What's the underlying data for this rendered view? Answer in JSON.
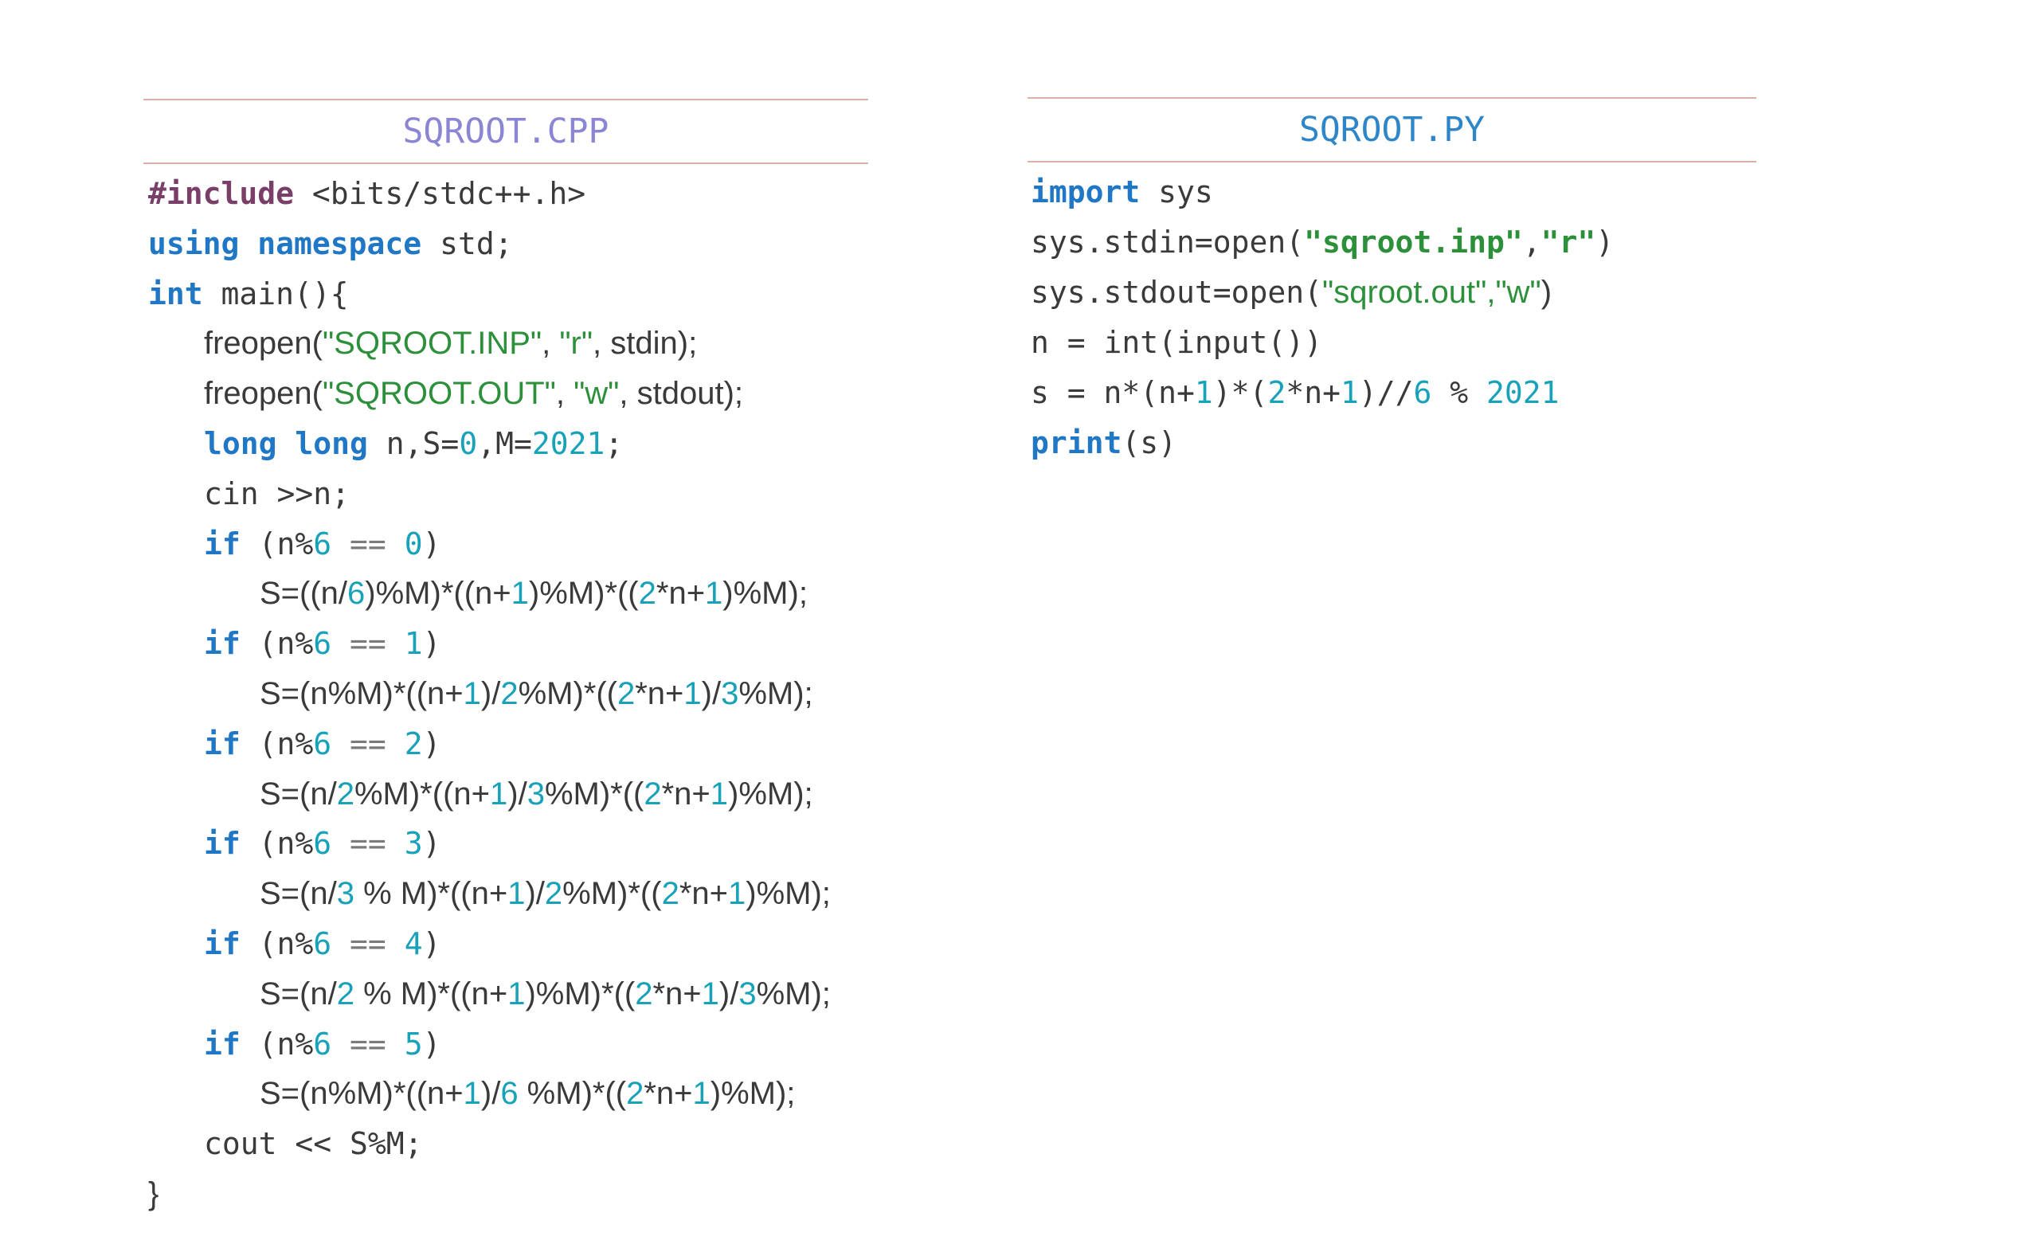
{
  "cpp": {
    "title": "SQROOT.CPP",
    "lines": [
      {
        "indent": 0,
        "tokens": [
          {
            "t": "#include",
            "c": "c-pp",
            "f": "mono"
          },
          {
            "t": " <bits/stdc++.h>",
            "c": "c-plain",
            "f": "mono"
          }
        ]
      },
      {
        "indent": 0,
        "tokens": [
          {
            "t": "using",
            "c": "c-kw",
            "f": "mono"
          },
          {
            "t": " ",
            "c": "c-plain",
            "f": "mono"
          },
          {
            "t": "namespace",
            "c": "c-kw",
            "f": "mono"
          },
          {
            "t": " std;",
            "c": "c-plain",
            "f": "mono"
          }
        ]
      },
      {
        "indent": 0,
        "tokens": [
          {
            "t": "int",
            "c": "c-kw",
            "f": "mono"
          },
          {
            "t": " main(){",
            "c": "c-plain",
            "f": "mono"
          }
        ]
      },
      {
        "indent": 1,
        "tokens": [
          {
            "t": "freopen(",
            "c": "c-plain",
            "f": "prop"
          },
          {
            "t": "\"SQROOT.INP\"",
            "c": "c-str",
            "f": "prop"
          },
          {
            "t": ", ",
            "c": "c-plain",
            "f": "prop"
          },
          {
            "t": "\"r\"",
            "c": "c-str",
            "f": "prop"
          },
          {
            "t": ", stdin);",
            "c": "c-plain",
            "f": "prop"
          }
        ]
      },
      {
        "indent": 1,
        "tokens": [
          {
            "t": "freopen(",
            "c": "c-plain",
            "f": "prop"
          },
          {
            "t": "\"SQROOT.OUT\"",
            "c": "c-str",
            "f": "prop"
          },
          {
            "t": ", ",
            "c": "c-plain",
            "f": "prop"
          },
          {
            "t": "\"w\"",
            "c": "c-str",
            "f": "prop"
          },
          {
            "t": ", stdout);",
            "c": "c-plain",
            "f": "prop"
          }
        ]
      },
      {
        "indent": 1,
        "tokens": [
          {
            "t": "long",
            "c": "c-kw",
            "f": "mono"
          },
          {
            "t": " ",
            "c": "c-plain",
            "f": "mono"
          },
          {
            "t": "long",
            "c": "c-kw",
            "f": "mono"
          },
          {
            "t": " n,S=",
            "c": "c-plain",
            "f": "mono"
          },
          {
            "t": "0",
            "c": "c-num",
            "f": "mono"
          },
          {
            "t": ",M=",
            "c": "c-plain",
            "f": "mono"
          },
          {
            "t": "2021",
            "c": "c-num",
            "f": "mono"
          },
          {
            "t": ";",
            "c": "c-plain",
            "f": "mono"
          }
        ]
      },
      {
        "indent": 1,
        "tokens": [
          {
            "t": "cin >>n;",
            "c": "c-plain",
            "f": "mono"
          }
        ]
      },
      {
        "indent": 1,
        "tokens": [
          {
            "t": "if",
            "c": "c-kw",
            "f": "mono"
          },
          {
            "t": " (n%",
            "c": "c-plain",
            "f": "mono"
          },
          {
            "t": "6",
            "c": "c-num",
            "f": "mono"
          },
          {
            "t": " == ",
            "c": "c-op",
            "f": "mono"
          },
          {
            "t": "0",
            "c": "c-num",
            "f": "mono"
          },
          {
            "t": ")",
            "c": "c-plain",
            "f": "mono"
          }
        ]
      },
      {
        "indent": 2,
        "tokens": [
          {
            "t": "S=((n/",
            "c": "c-plain",
            "f": "prop"
          },
          {
            "t": "6",
            "c": "c-num",
            "f": "prop"
          },
          {
            "t": ")%M)*((n+",
            "c": "c-plain",
            "f": "prop"
          },
          {
            "t": "1",
            "c": "c-num",
            "f": "prop"
          },
          {
            "t": ")%M)*((",
            "c": "c-plain",
            "f": "prop"
          },
          {
            "t": "2",
            "c": "c-num",
            "f": "prop"
          },
          {
            "t": "*n+",
            "c": "c-plain",
            "f": "prop"
          },
          {
            "t": "1",
            "c": "c-num",
            "f": "prop"
          },
          {
            "t": ")%M);",
            "c": "c-plain",
            "f": "prop"
          }
        ]
      },
      {
        "indent": 1,
        "tokens": [
          {
            "t": "if",
            "c": "c-kw",
            "f": "mono"
          },
          {
            "t": " (n%",
            "c": "c-plain",
            "f": "mono"
          },
          {
            "t": "6",
            "c": "c-num",
            "f": "mono"
          },
          {
            "t": " == ",
            "c": "c-op",
            "f": "mono"
          },
          {
            "t": "1",
            "c": "c-num",
            "f": "mono"
          },
          {
            "t": ")",
            "c": "c-plain",
            "f": "mono"
          }
        ]
      },
      {
        "indent": 2,
        "tokens": [
          {
            "t": "S=(n%M)*((n+",
            "c": "c-plain",
            "f": "prop"
          },
          {
            "t": "1",
            "c": "c-num",
            "f": "prop"
          },
          {
            "t": ")/",
            "c": "c-plain",
            "f": "prop"
          },
          {
            "t": "2",
            "c": "c-num",
            "f": "prop"
          },
          {
            "t": "%M)*((",
            "c": "c-plain",
            "f": "prop"
          },
          {
            "t": "2",
            "c": "c-num",
            "f": "prop"
          },
          {
            "t": "*n+",
            "c": "c-plain",
            "f": "prop"
          },
          {
            "t": "1",
            "c": "c-num",
            "f": "prop"
          },
          {
            "t": ")/",
            "c": "c-plain",
            "f": "prop"
          },
          {
            "t": "3",
            "c": "c-num",
            "f": "prop"
          },
          {
            "t": "%M);",
            "c": "c-plain",
            "f": "prop"
          }
        ]
      },
      {
        "indent": 1,
        "tokens": [
          {
            "t": "if",
            "c": "c-kw",
            "f": "mono"
          },
          {
            "t": " (n%",
            "c": "c-plain",
            "f": "mono"
          },
          {
            "t": "6",
            "c": "c-num",
            "f": "mono"
          },
          {
            "t": " == ",
            "c": "c-op",
            "f": "mono"
          },
          {
            "t": "2",
            "c": "c-num",
            "f": "mono"
          },
          {
            "t": ")",
            "c": "c-plain",
            "f": "mono"
          }
        ]
      },
      {
        "indent": 2,
        "tokens": [
          {
            "t": "S=(n/",
            "c": "c-plain",
            "f": "prop"
          },
          {
            "t": "2",
            "c": "c-num",
            "f": "prop"
          },
          {
            "t": "%M)*((n+",
            "c": "c-plain",
            "f": "prop"
          },
          {
            "t": "1",
            "c": "c-num",
            "f": "prop"
          },
          {
            "t": ")/",
            "c": "c-plain",
            "f": "prop"
          },
          {
            "t": "3",
            "c": "c-num",
            "f": "prop"
          },
          {
            "t": "%M)*((",
            "c": "c-plain",
            "f": "prop"
          },
          {
            "t": "2",
            "c": "c-num",
            "f": "prop"
          },
          {
            "t": "*n+",
            "c": "c-plain",
            "f": "prop"
          },
          {
            "t": "1",
            "c": "c-num",
            "f": "prop"
          },
          {
            "t": ")%M);",
            "c": "c-plain",
            "f": "prop"
          }
        ]
      },
      {
        "indent": 1,
        "tokens": [
          {
            "t": "if",
            "c": "c-kw",
            "f": "mono"
          },
          {
            "t": " (n%",
            "c": "c-plain",
            "f": "mono"
          },
          {
            "t": "6",
            "c": "c-num",
            "f": "mono"
          },
          {
            "t": " == ",
            "c": "c-op",
            "f": "mono"
          },
          {
            "t": "3",
            "c": "c-num",
            "f": "mono"
          },
          {
            "t": ")",
            "c": "c-plain",
            "f": "mono"
          }
        ]
      },
      {
        "indent": 2,
        "tokens": [
          {
            "t": "S=(n/",
            "c": "c-plain",
            "f": "prop"
          },
          {
            "t": "3",
            "c": "c-num",
            "f": "prop"
          },
          {
            "t": " % M)*((n+",
            "c": "c-plain",
            "f": "prop"
          },
          {
            "t": "1",
            "c": "c-num",
            "f": "prop"
          },
          {
            "t": ")/",
            "c": "c-plain",
            "f": "prop"
          },
          {
            "t": "2",
            "c": "c-num",
            "f": "prop"
          },
          {
            "t": "%M)*((",
            "c": "c-plain",
            "f": "prop"
          },
          {
            "t": "2",
            "c": "c-num",
            "f": "prop"
          },
          {
            "t": "*n+",
            "c": "c-plain",
            "f": "prop"
          },
          {
            "t": "1",
            "c": "c-num",
            "f": "prop"
          },
          {
            "t": ")%M);",
            "c": "c-plain",
            "f": "prop"
          }
        ]
      },
      {
        "indent": 1,
        "tokens": [
          {
            "t": "if",
            "c": "c-kw",
            "f": "mono"
          },
          {
            "t": " (n%",
            "c": "c-plain",
            "f": "mono"
          },
          {
            "t": "6",
            "c": "c-num",
            "f": "mono"
          },
          {
            "t": " == ",
            "c": "c-op",
            "f": "mono"
          },
          {
            "t": "4",
            "c": "c-num",
            "f": "mono"
          },
          {
            "t": ")",
            "c": "c-plain",
            "f": "mono"
          }
        ]
      },
      {
        "indent": 2,
        "tokens": [
          {
            "t": "S=(n/",
            "c": "c-plain",
            "f": "prop"
          },
          {
            "t": "2",
            "c": "c-num",
            "f": "prop"
          },
          {
            "t": " % M)*((n+",
            "c": "c-plain",
            "f": "prop"
          },
          {
            "t": "1",
            "c": "c-num",
            "f": "prop"
          },
          {
            "t": ")%M)*((",
            "c": "c-plain",
            "f": "prop"
          },
          {
            "t": "2",
            "c": "c-num",
            "f": "prop"
          },
          {
            "t": "*n+",
            "c": "c-plain",
            "f": "prop"
          },
          {
            "t": "1",
            "c": "c-num",
            "f": "prop"
          },
          {
            "t": ")/",
            "c": "c-plain",
            "f": "prop"
          },
          {
            "t": "3",
            "c": "c-num",
            "f": "prop"
          },
          {
            "t": "%M);",
            "c": "c-plain",
            "f": "prop"
          }
        ]
      },
      {
        "indent": 1,
        "tokens": [
          {
            "t": "if",
            "c": "c-kw",
            "f": "mono"
          },
          {
            "t": " (n%",
            "c": "c-plain",
            "f": "mono"
          },
          {
            "t": "6",
            "c": "c-num",
            "f": "mono"
          },
          {
            "t": " == ",
            "c": "c-op",
            "f": "mono"
          },
          {
            "t": "5",
            "c": "c-num",
            "f": "mono"
          },
          {
            "t": ")",
            "c": "c-plain",
            "f": "mono"
          }
        ]
      },
      {
        "indent": 2,
        "tokens": [
          {
            "t": "S=(n%M)*((n+",
            "c": "c-plain",
            "f": "prop"
          },
          {
            "t": "1",
            "c": "c-num",
            "f": "prop"
          },
          {
            "t": ")/",
            "c": "c-plain",
            "f": "prop"
          },
          {
            "t": "6",
            "c": "c-num",
            "f": "prop"
          },
          {
            "t": " %M)*((",
            "c": "c-plain",
            "f": "prop"
          },
          {
            "t": "2",
            "c": "c-num",
            "f": "prop"
          },
          {
            "t": "*n+",
            "c": "c-plain",
            "f": "prop"
          },
          {
            "t": "1",
            "c": "c-num",
            "f": "prop"
          },
          {
            "t": ")%M);",
            "c": "c-plain",
            "f": "prop"
          }
        ]
      },
      {
        "indent": 1,
        "tokens": [
          {
            "t": "cout << S%M;",
            "c": "c-plain",
            "f": "mono"
          }
        ]
      },
      {
        "indent": 0,
        "tokens": [
          {
            "t": "}",
            "c": "c-plain",
            "f": "prop"
          }
        ]
      }
    ]
  },
  "py": {
    "title": "SQROOT.PY",
    "lines": [
      {
        "indent": 0,
        "tokens": [
          {
            "t": "import",
            "c": "c-kw",
            "f": "mono"
          },
          {
            "t": " sys",
            "c": "c-plain",
            "f": "mono"
          }
        ]
      },
      {
        "indent": 0,
        "tokens": [
          {
            "t": "sys.stdin=open(",
            "c": "c-plain",
            "f": "mono"
          },
          {
            "t": "\"sqroot.inp\"",
            "c": "c-strb",
            "f": "mono"
          },
          {
            "t": ",",
            "c": "c-plain",
            "f": "mono"
          },
          {
            "t": "\"r\"",
            "c": "c-strb",
            "f": "mono"
          },
          {
            "t": ")",
            "c": "c-plain",
            "f": "mono"
          }
        ]
      },
      {
        "indent": 0,
        "tokens": [
          {
            "t": "sys.stdout=open(",
            "c": "c-plain",
            "f": "mono"
          },
          {
            "t": "\"sqroot.out\",\"w\"",
            "c": "c-str",
            "f": "prop"
          },
          {
            "t": ")",
            "c": "c-plain",
            "f": "prop"
          }
        ]
      },
      {
        "indent": 0,
        "tokens": [
          {
            "t": "n = int(input())",
            "c": "c-plain",
            "f": "mono"
          }
        ]
      },
      {
        "indent": 0,
        "tokens": [
          {
            "t": "s = n*(n+",
            "c": "c-plain",
            "f": "mono"
          },
          {
            "t": "1",
            "c": "c-num",
            "f": "mono"
          },
          {
            "t": ")*(",
            "c": "c-plain",
            "f": "mono"
          },
          {
            "t": "2",
            "c": "c-num",
            "f": "mono"
          },
          {
            "t": "*n+",
            "c": "c-plain",
            "f": "mono"
          },
          {
            "t": "1",
            "c": "c-num",
            "f": "mono"
          },
          {
            "t": ")//",
            "c": "c-plain",
            "f": "mono"
          },
          {
            "t": "6",
            "c": "c-num",
            "f": "mono"
          },
          {
            "t": " % ",
            "c": "c-plain",
            "f": "mono"
          },
          {
            "t": "2021",
            "c": "c-num",
            "f": "mono"
          }
        ]
      },
      {
        "indent": 0,
        "tokens": [
          {
            "t": "print",
            "c": "c-kw",
            "f": "mono"
          },
          {
            "t": "(s)",
            "c": "c-plain",
            "f": "mono"
          }
        ]
      }
    ]
  }
}
